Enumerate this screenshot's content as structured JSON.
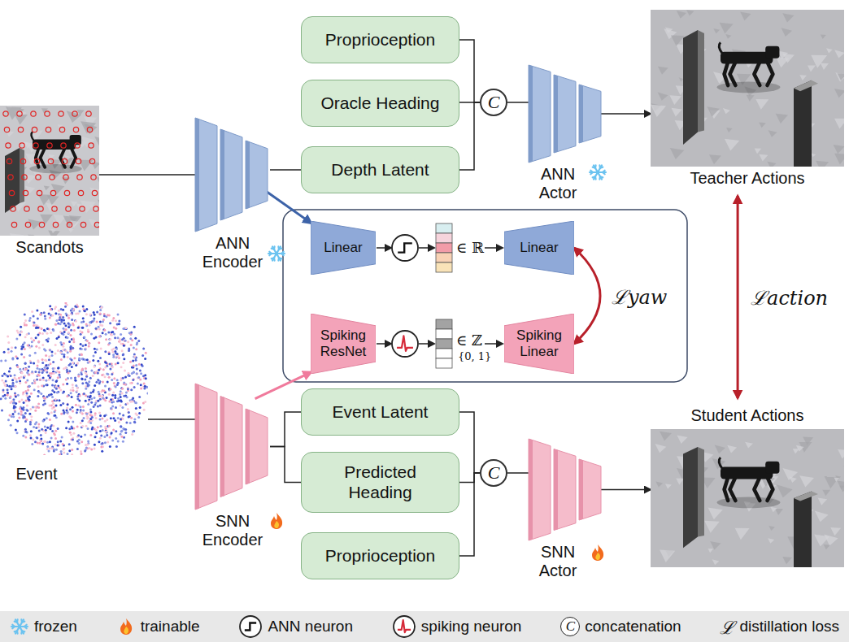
{
  "diagram": {
    "nodes": [
      {
        "text": [
          "Scandots"
        ]
      },
      {
        "text": [
          "ANN Encoder"
        ]
      },
      {
        "text": [
          "Proprioception"
        ]
      },
      {
        "text": [
          "Oracle Heading"
        ]
      },
      {
        "text": [
          "Depth Latent"
        ]
      },
      {
        "text": [
          "C"
        ]
      },
      {
        "text": [
          "ANN Actor"
        ]
      },
      {
        "text": [
          "Teacher Actions"
        ]
      },
      {
        "text": [
          "Linear"
        ]
      },
      {
        "text": [
          "Linear"
        ]
      },
      {
        "text": [
          "Spiking ResNet"
        ]
      },
      {
        "text": [
          "Spiking Linear"
        ]
      },
      {
        "text": [
          "Event"
        ]
      },
      {
        "text": [
          "SNN Encoder"
        ]
      },
      {
        "text": [
          "Event Latent"
        ]
      },
      {
        "text": [
          "Predicted Heading"
        ]
      },
      {
        "text": [
          "Proprioception"
        ]
      },
      {
        "text": [
          "C"
        ]
      },
      {
        "text": [
          "SNN Actor"
        ]
      },
      {
        "text": [
          "Student Actions"
        ]
      }
    ],
    "edges": [
      {
        "from": 0,
        "to": 1,
        "arrow": "none"
      },
      {
        "from": 1,
        "to": 4,
        "arrow": "none"
      },
      {
        "from": 2,
        "to": 5,
        "arrow": "none"
      },
      {
        "from": 3,
        "to": 5,
        "arrow": "none"
      },
      {
        "from": 4,
        "to": 5,
        "arrow": "none"
      },
      {
        "from": 5,
        "to": 6,
        "arrow": "none"
      },
      {
        "from": 6,
        "to": 7,
        "arrow": "to"
      },
      {
        "from": 1,
        "to": 8,
        "arrow": "to"
      },
      {
        "from": 12,
        "to": 13,
        "arrow": "none"
      },
      {
        "from": 13,
        "to": 10,
        "arrow": "to"
      },
      {
        "from": 13,
        "to": 14,
        "arrow": "none"
      },
      {
        "from": 13,
        "to": 15,
        "arrow": "none"
      },
      {
        "from": 14,
        "to": 17,
        "arrow": "none"
      },
      {
        "from": 15,
        "to": 17,
        "arrow": "none"
      },
      {
        "from": 16,
        "to": 17,
        "arrow": "none"
      },
      {
        "from": 17,
        "to": 18,
        "arrow": "none"
      },
      {
        "from": 18,
        "to": 19,
        "arrow": "to"
      },
      {
        "from": 9,
        "to": 11,
        "arrow": "both",
        "label": "ℒyaw"
      },
      {
        "from": 7,
        "to": 19,
        "arrow": "both",
        "label": "ℒaction"
      }
    ],
    "labels": [
      "∈ ℝ",
      "∈ ℤ",
      "{0, 1}",
      "C",
      "ℒ"
    ],
    "legend": [
      {
        "text": "frozen"
      },
      {
        "text": "trainable"
      },
      {
        "text": "ANN neuron"
      },
      {
        "text": "spiking neuron"
      },
      {
        "text": "concatenation"
      },
      {
        "text": "distillation loss"
      }
    ]
  }
}
